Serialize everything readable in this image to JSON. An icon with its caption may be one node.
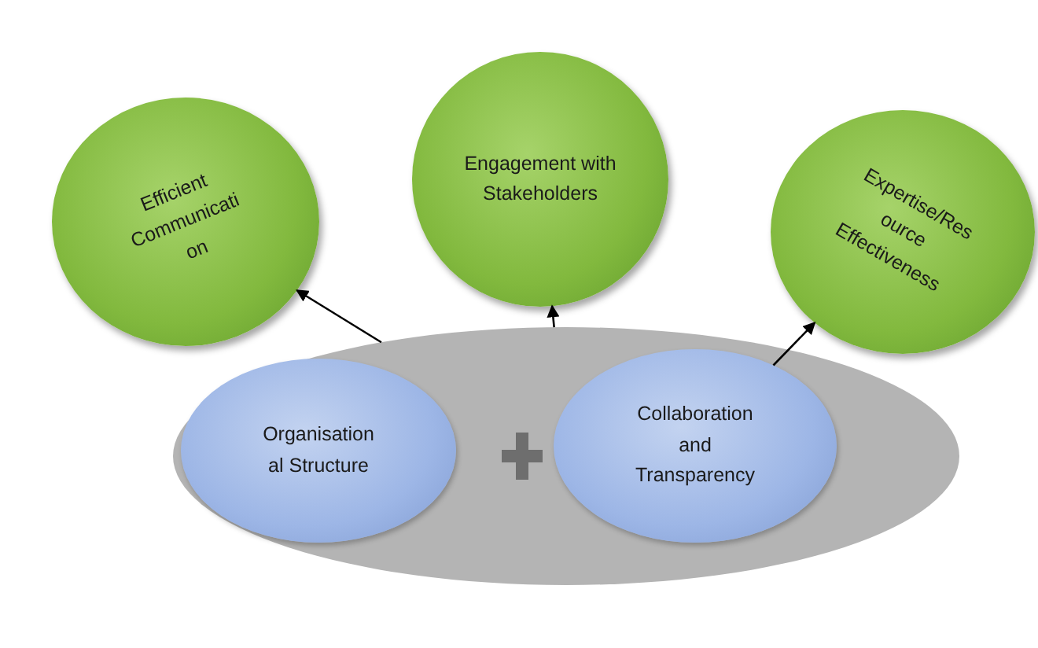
{
  "diagram": {
    "nodes": [
      {
        "text": [],
        "shape": "ellipse"
      },
      {
        "text": [
          "Organisation al Structure"
        ],
        "in": 0
      },
      {
        "text": [
          "Collaboration and Transparency"
        ],
        "in": 0
      },
      {
        "text": [
          "Efficient Communicati on"
        ]
      },
      {
        "text": [
          "Engagement with Stakeholders"
        ]
      },
      {
        "text": [
          "Expertise/Res ource Effectiveness"
        ]
      }
    ],
    "edges": [
      {
        "from": 0,
        "to": 3,
        "arrow": "to"
      },
      {
        "from": 0,
        "to": 4,
        "arrow": "to"
      },
      {
        "from": 2,
        "to": 5,
        "arrow": "to"
      }
    ]
  }
}
